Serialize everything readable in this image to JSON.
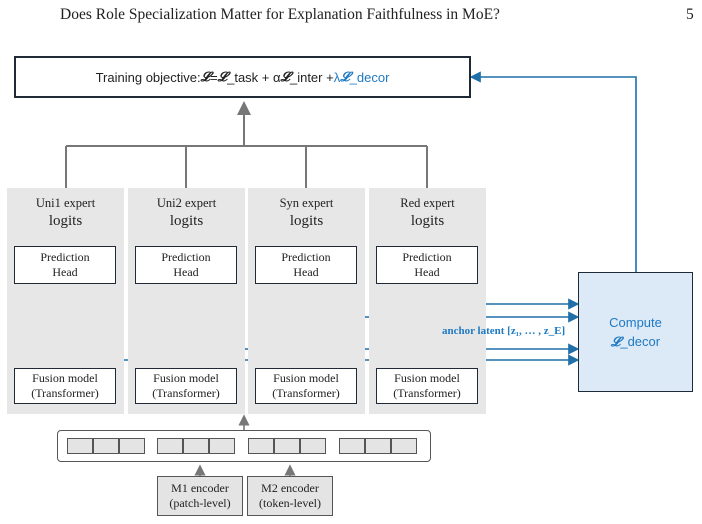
{
  "header": {
    "title": "Does Role Specialization Matter for Explanation Faithfulness in MoE?",
    "page_number": "5"
  },
  "objective": {
    "prefix": "Training objective: ",
    "L": "𝓛",
    "eq": " = ",
    "task": "_task + α ",
    "inter": "_inter + ",
    "lambda": "λ ",
    "decor": "_decor"
  },
  "experts": [
    {
      "label": "Uni1 expert",
      "logits": "logits",
      "head_l1": "Prediction",
      "head_l2": "Head",
      "fusion_l1": "Fusion model",
      "fusion_l2": "(Transformer)"
    },
    {
      "label": "Uni2 expert",
      "logits": "logits",
      "head_l1": "Prediction",
      "head_l2": "Head",
      "fusion_l1": "Fusion model",
      "fusion_l2": "(Transformer)"
    },
    {
      "label": "Syn expert",
      "logits": "logits",
      "head_l1": "Prediction",
      "head_l2": "Head",
      "fusion_l1": "Fusion model",
      "fusion_l2": "(Transformer)"
    },
    {
      "label": "Red expert",
      "logits": "logits",
      "head_l1": "Prediction",
      "head_l2": "Head",
      "fusion_l1": "Fusion model",
      "fusion_l2": "(Transformer)"
    }
  ],
  "decor": {
    "line1": "Compute",
    "L": "𝓛",
    "line2": "_decor"
  },
  "anchor_label": "anchor latent [z₁, … , z_E]",
  "encoders": [
    {
      "l1": "M1 encoder",
      "l2": "(patch-level)"
    },
    {
      "l1": "M2 encoder",
      "l2": "(token-level)"
    }
  ],
  "colors": {
    "blue": "#1f7ac2",
    "dark": "#1f2a36",
    "gray": "#777777",
    "column_bg": "#e7e7e7",
    "decor_bg": "#dce9f7"
  }
}
